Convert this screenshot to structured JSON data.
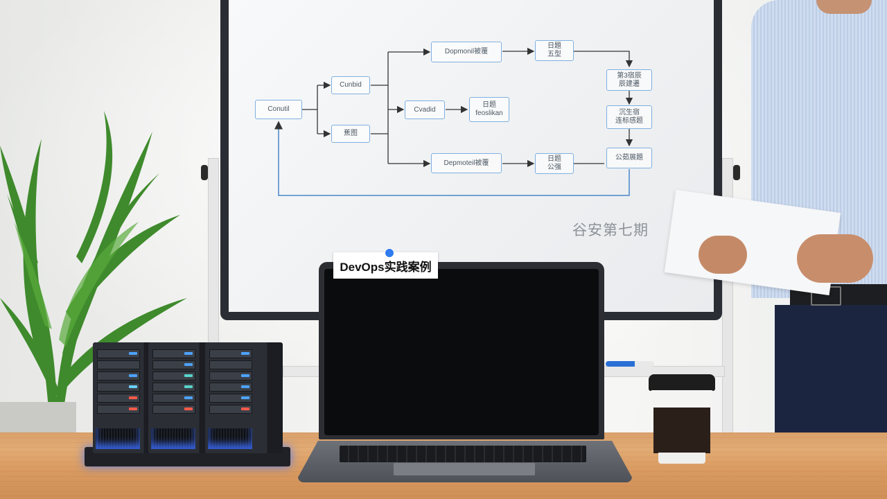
{
  "label": {
    "text": "DevOps实践案例"
  },
  "whiteboard": {
    "watermark": "谷安第七期",
    "nodes": [
      {
        "text": "Conutil"
      },
      {
        "text": "Cunbid"
      },
      {
        "text": "蕉图"
      },
      {
        "text": "Dopmonil被覆"
      },
      {
        "text": "Cvadid"
      },
      {
        "text": "日题\nfeoslikan"
      },
      {
        "text": "Depmoteil被覆"
      },
      {
        "text": "日題\n五型"
      },
      {
        "text": "日题\n公强"
      },
      {
        "text": "第3宿辰\n辰建遷"
      },
      {
        "text": "沉生宿\n连标感题"
      },
      {
        "text": "公茹展題"
      }
    ]
  },
  "colors": {
    "diagram_line": "#7fb0e0",
    "arrow": "#333333",
    "glow": "#4da3ff"
  },
  "icons": [
    "plant",
    "server-rack",
    "laptop",
    "coffee-cup",
    "marker"
  ]
}
